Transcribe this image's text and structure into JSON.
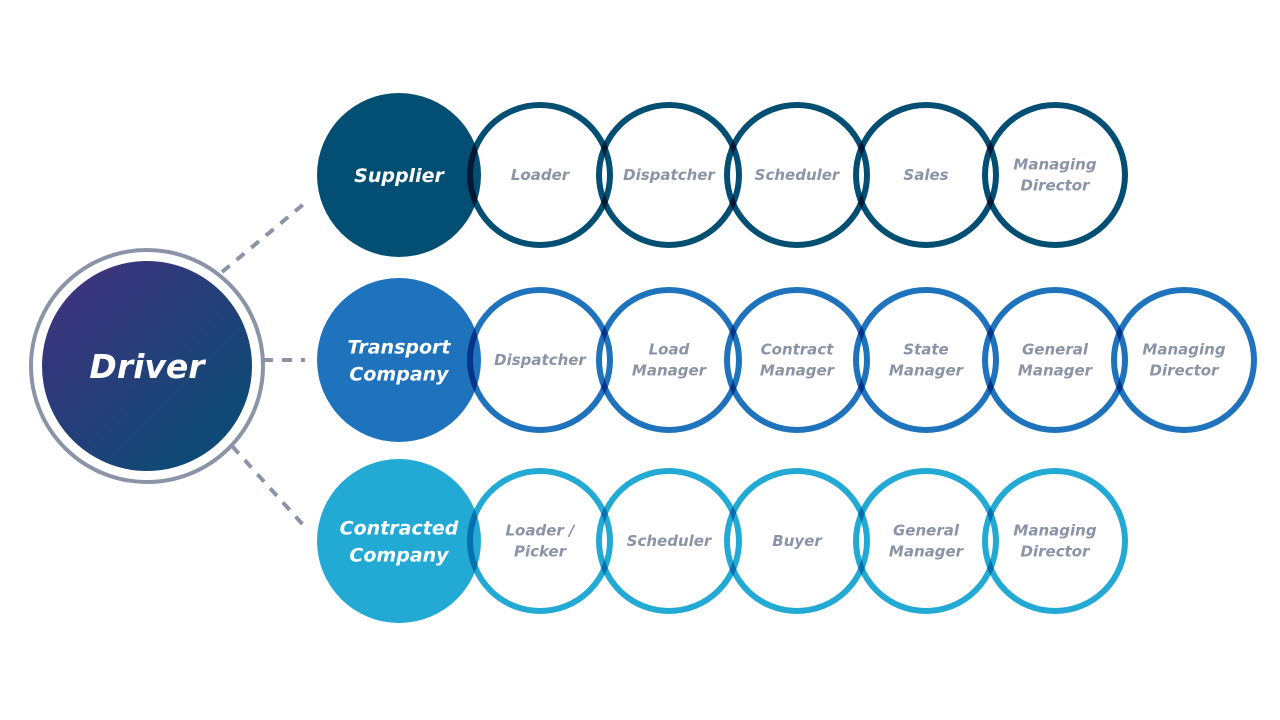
{
  "driver": {
    "label": "Driver",
    "gradient_start": "#44307e",
    "gradient_end": "#034f73",
    "ring_color": "#8a94a6"
  },
  "connector_color": "#8a94a6",
  "role_text_color": "#8a94a6",
  "groups": [
    {
      "name": [
        "Supplier"
      ],
      "color": "#034f73",
      "roles": [
        [
          "Loader"
        ],
        [
          "Dispatcher"
        ],
        [
          "Scheduler"
        ],
        [
          "Sales"
        ],
        [
          "Managing",
          "Director"
        ]
      ]
    },
    {
      "name": [
        "Transport",
        "Company"
      ],
      "color": "#1f73bc",
      "roles": [
        [
          "Dispatcher"
        ],
        [
          "Load",
          "Manager"
        ],
        [
          "Contract",
          "Manager"
        ],
        [
          "State",
          "Manager"
        ],
        [
          "General",
          "Manager"
        ],
        [
          "Managing",
          "Director"
        ]
      ]
    },
    {
      "name": [
        "Contracted",
        "Company"
      ],
      "color": "#22a9d4",
      "roles": [
        [
          "Loader /",
          "Picker"
        ],
        [
          "Scheduler"
        ],
        [
          "Buyer"
        ],
        [
          "General",
          "Manager"
        ],
        [
          "Managing",
          "Director"
        ]
      ]
    }
  ]
}
